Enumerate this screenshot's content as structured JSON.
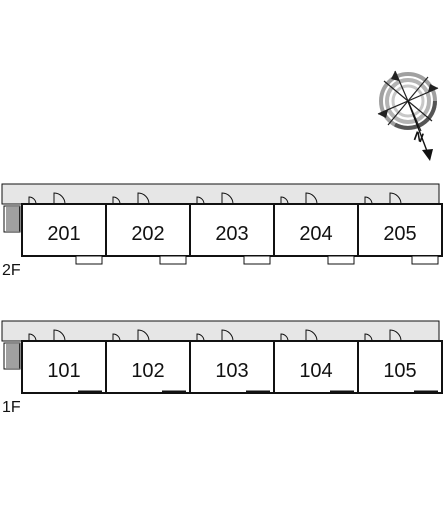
{
  "compass": {
    "north_label": "N",
    "icon": "compass-rose-icon"
  },
  "floors": [
    {
      "label": "2F",
      "units": [
        "201",
        "202",
        "203",
        "204",
        "205"
      ]
    },
    {
      "label": "1F",
      "units": [
        "101",
        "102",
        "103",
        "104",
        "105"
      ]
    }
  ],
  "colors": {
    "corridor": "#e6e6e6",
    "line": "#111111",
    "compass_ring": "#8c8c8c"
  }
}
